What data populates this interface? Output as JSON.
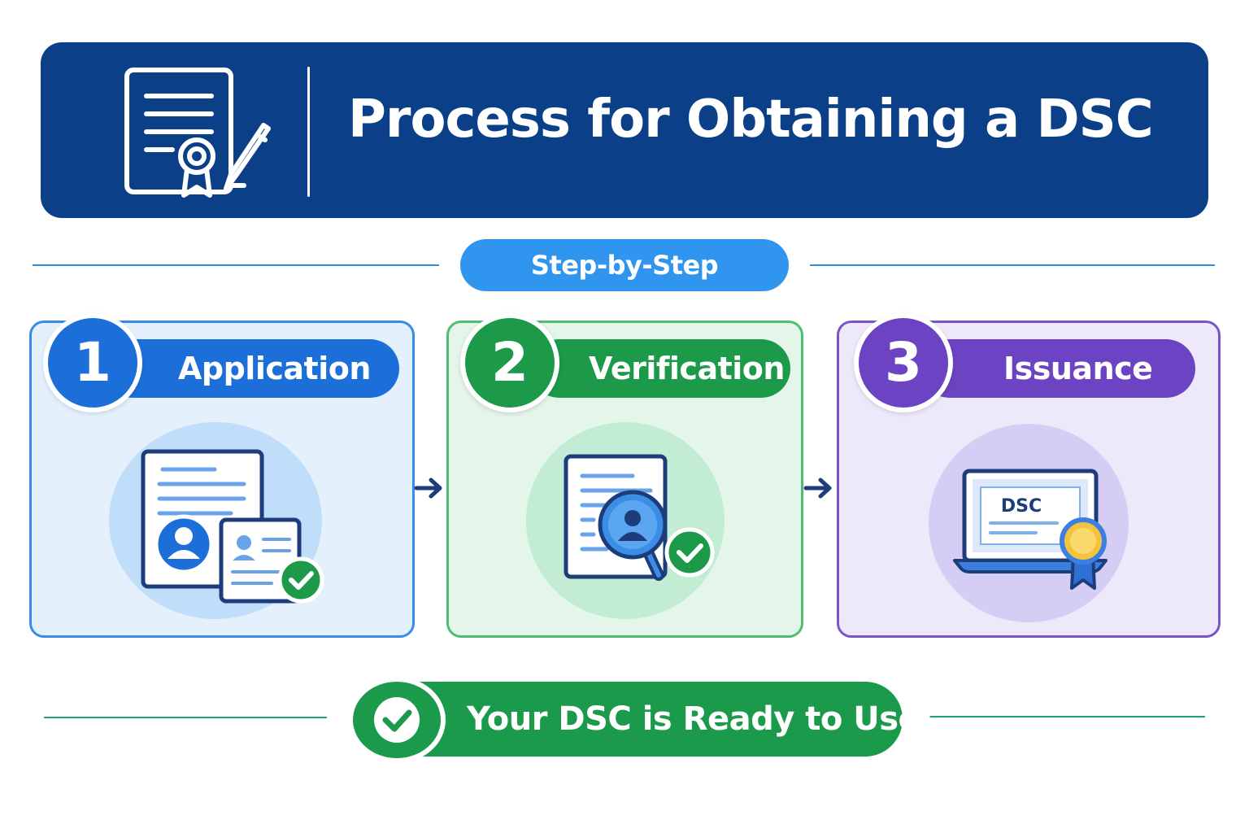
{
  "header": {
    "title": "Process for Obtaining a DSC",
    "icon": "certificate-document-pen-icon"
  },
  "subtitle": "Step-by-Step",
  "steps": [
    {
      "number": "1",
      "label": "Application",
      "color": "#1c6fd9",
      "icon": "application-form-id-icon"
    },
    {
      "number": "2",
      "label": "Verification",
      "color": "#1c9a4a",
      "icon": "document-magnifier-verify-icon"
    },
    {
      "number": "3",
      "label": "Issuance",
      "color": "#6c43c2",
      "icon": "laptop-certificate-badge-icon",
      "screen_text": "DSC"
    }
  ],
  "footer": {
    "label": "Your DSC is Ready to Use!",
    "icon": "check-circle-icon"
  },
  "colors": {
    "header_bg": "#0b3f87",
    "subtitle_bg": "#2f95ee",
    "footer_bg": "#1b9a4c"
  }
}
